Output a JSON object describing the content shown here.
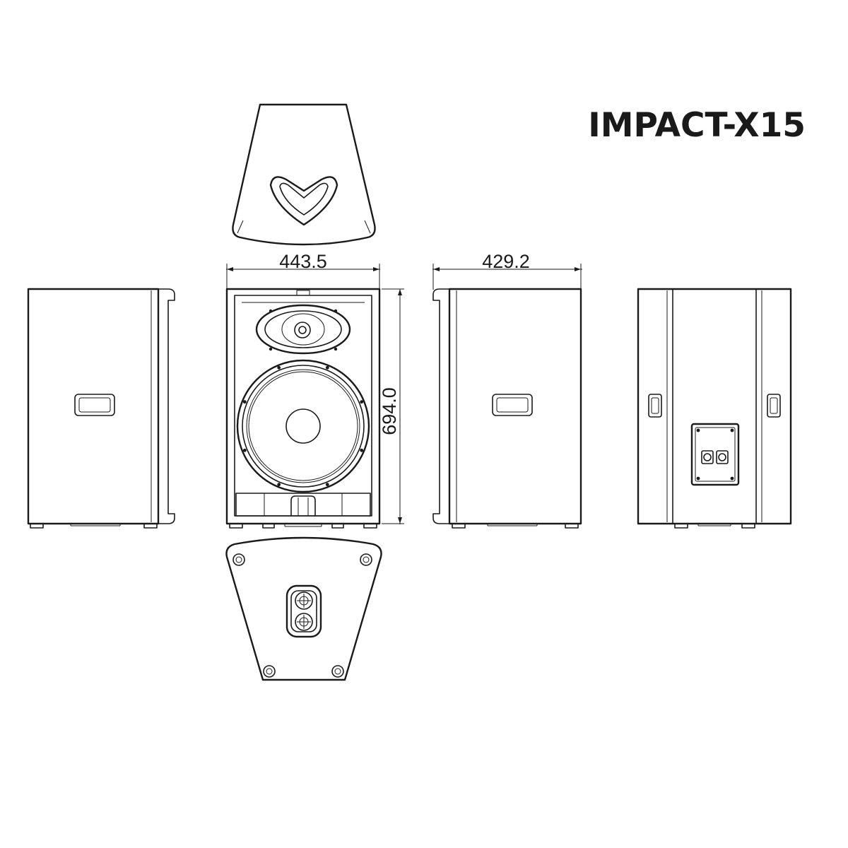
{
  "title": "IMPACT-X15",
  "dimensions": {
    "width": "443.5",
    "depth": "429.2",
    "height": "694.0"
  },
  "views": [
    {
      "name": "top-view"
    },
    {
      "name": "left-side-view"
    },
    {
      "name": "front-view"
    },
    {
      "name": "right-side-view"
    },
    {
      "name": "rear-view"
    },
    {
      "name": "bottom-view"
    }
  ]
}
